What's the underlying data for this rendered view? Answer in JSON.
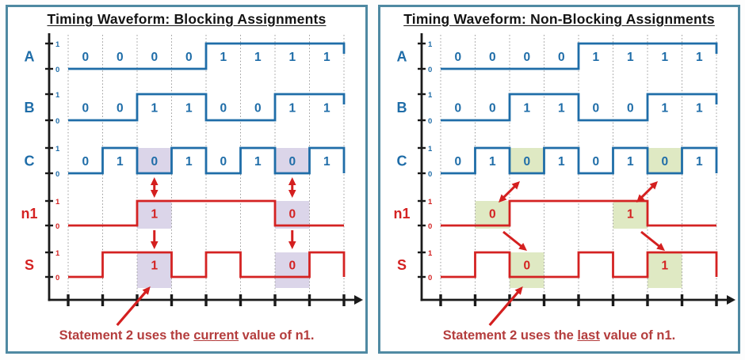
{
  "tick_labels": {
    "high": "1",
    "low": "0"
  },
  "colors": {
    "blue": "#1f6da8",
    "red": "#d42222",
    "arrow": "#d41f1f",
    "annotation_text": "#b43d3d",
    "panel_border": "#4f89a2",
    "axis": "#1a1a1a",
    "gridline": "#999999"
  },
  "panels": [
    {
      "title": "Timing Waveform: Blocking Assignments",
      "highlight_color": "#dbd5e9",
      "annotation": {
        "prefix": "Statement 2 uses the ",
        "emphasis": "current",
        "suffix": " value of n1."
      },
      "annotation_arrow_target_cycle": 2,
      "signals": [
        {
          "name": "A",
          "color_key": "blue",
          "levels": [
            0,
            0,
            0,
            0,
            1,
            1,
            1,
            1
          ],
          "labels": [
            "0",
            "0",
            "0",
            "0",
            "1",
            "1",
            "1",
            "1"
          ],
          "highlight_cells": [],
          "end_stub": "short"
        },
        {
          "name": "B",
          "color_key": "blue",
          "levels": [
            0,
            0,
            1,
            1,
            0,
            0,
            1,
            1
          ],
          "labels": [
            "0",
            "0",
            "1",
            "1",
            "0",
            "0",
            "1",
            "1"
          ],
          "highlight_cells": [],
          "end_stub": "short"
        },
        {
          "name": "C",
          "color_key": "blue",
          "levels": [
            0,
            1,
            0,
            1,
            0,
            1,
            0,
            1
          ],
          "labels": [
            "0",
            "1",
            "0",
            "1",
            "0",
            "1",
            "0",
            "1"
          ],
          "highlight_cells": [
            2,
            6
          ],
          "end_stub": "full"
        },
        {
          "name": "n1",
          "color_key": "red",
          "levels": [
            0,
            0,
            1,
            1,
            1,
            1,
            0,
            0
          ],
          "labels": [
            "",
            "",
            "1",
            "",
            "",
            "",
            "0",
            ""
          ],
          "highlight_cells": [
            2,
            6
          ],
          "end_stub": "none"
        },
        {
          "name": "S",
          "color_key": "red",
          "levels": [
            0,
            1,
            1,
            0,
            1,
            0,
            0,
            1
          ],
          "labels": [
            "",
            "",
            "1",
            "",
            "",
            "",
            "0",
            ""
          ],
          "highlight_cells": [
            2,
            6
          ],
          "end_stub": "full"
        }
      ],
      "arrows": [
        {
          "type": "vertical-double",
          "from": {
            "signal": "C",
            "cycle": 2
          },
          "to": {
            "signal": "n1",
            "cycle": 2
          }
        },
        {
          "type": "vertical-single",
          "from": {
            "signal": "n1",
            "cycle": 2
          },
          "to": {
            "signal": "S",
            "cycle": 2
          }
        },
        {
          "type": "vertical-double",
          "from": {
            "signal": "C",
            "cycle": 6
          },
          "to": {
            "signal": "n1",
            "cycle": 6
          }
        },
        {
          "type": "vertical-single",
          "from": {
            "signal": "n1",
            "cycle": 6
          },
          "to": {
            "signal": "S",
            "cycle": 6
          }
        }
      ]
    },
    {
      "title": "Timing Waveform: Non-Blocking Assignments",
      "highlight_color": "#dfe9c3",
      "annotation": {
        "prefix": "Statement 2 uses the ",
        "emphasis": "last",
        "suffix": " value of n1."
      },
      "annotation_arrow_target_cycle": 2,
      "signals": [
        {
          "name": "A",
          "color_key": "blue",
          "levels": [
            0,
            0,
            0,
            0,
            1,
            1,
            1,
            1
          ],
          "labels": [
            "0",
            "0",
            "0",
            "0",
            "1",
            "1",
            "1",
            "1"
          ],
          "highlight_cells": [],
          "end_stub": "short"
        },
        {
          "name": "B",
          "color_key": "blue",
          "levels": [
            0,
            0,
            1,
            1,
            0,
            0,
            1,
            1
          ],
          "labels": [
            "0",
            "0",
            "1",
            "1",
            "0",
            "0",
            "1",
            "1"
          ],
          "highlight_cells": [],
          "end_stub": "short"
        },
        {
          "name": "C",
          "color_key": "blue",
          "levels": [
            0,
            1,
            0,
            1,
            0,
            1,
            0,
            1
          ],
          "labels": [
            "0",
            "1",
            "0",
            "1",
            "0",
            "1",
            "0",
            "1"
          ],
          "highlight_cells": [
            2,
            6
          ],
          "end_stub": "full"
        },
        {
          "name": "n1",
          "color_key": "red",
          "levels": [
            0,
            0,
            1,
            1,
            1,
            1,
            0,
            0
          ],
          "labels": [
            "",
            "0",
            "",
            "",
            "",
            "1",
            "",
            ""
          ],
          "highlight_cells": [
            1,
            5
          ],
          "end_stub": "none"
        },
        {
          "name": "S",
          "color_key": "red",
          "levels": [
            0,
            1,
            0,
            0,
            1,
            0,
            1,
            1
          ],
          "labels": [
            "",
            "",
            "0",
            "",
            "",
            "",
            "1",
            ""
          ],
          "highlight_cells": [
            2,
            6
          ],
          "end_stub": "full"
        }
      ],
      "arrows": [
        {
          "type": "diagonal-double",
          "from": {
            "signal": "n1",
            "cycle": 1
          },
          "to": {
            "signal": "C",
            "cycle": 2
          }
        },
        {
          "type": "diagonal-single",
          "from": {
            "signal": "n1",
            "cycle": 1
          },
          "to": {
            "signal": "S",
            "cycle": 2
          }
        },
        {
          "type": "diagonal-double",
          "from": {
            "signal": "n1",
            "cycle": 5
          },
          "to": {
            "signal": "C",
            "cycle": 6
          }
        },
        {
          "type": "diagonal-single",
          "from": {
            "signal": "n1",
            "cycle": 5
          },
          "to": {
            "signal": "S",
            "cycle": 6
          }
        }
      ]
    }
  ]
}
